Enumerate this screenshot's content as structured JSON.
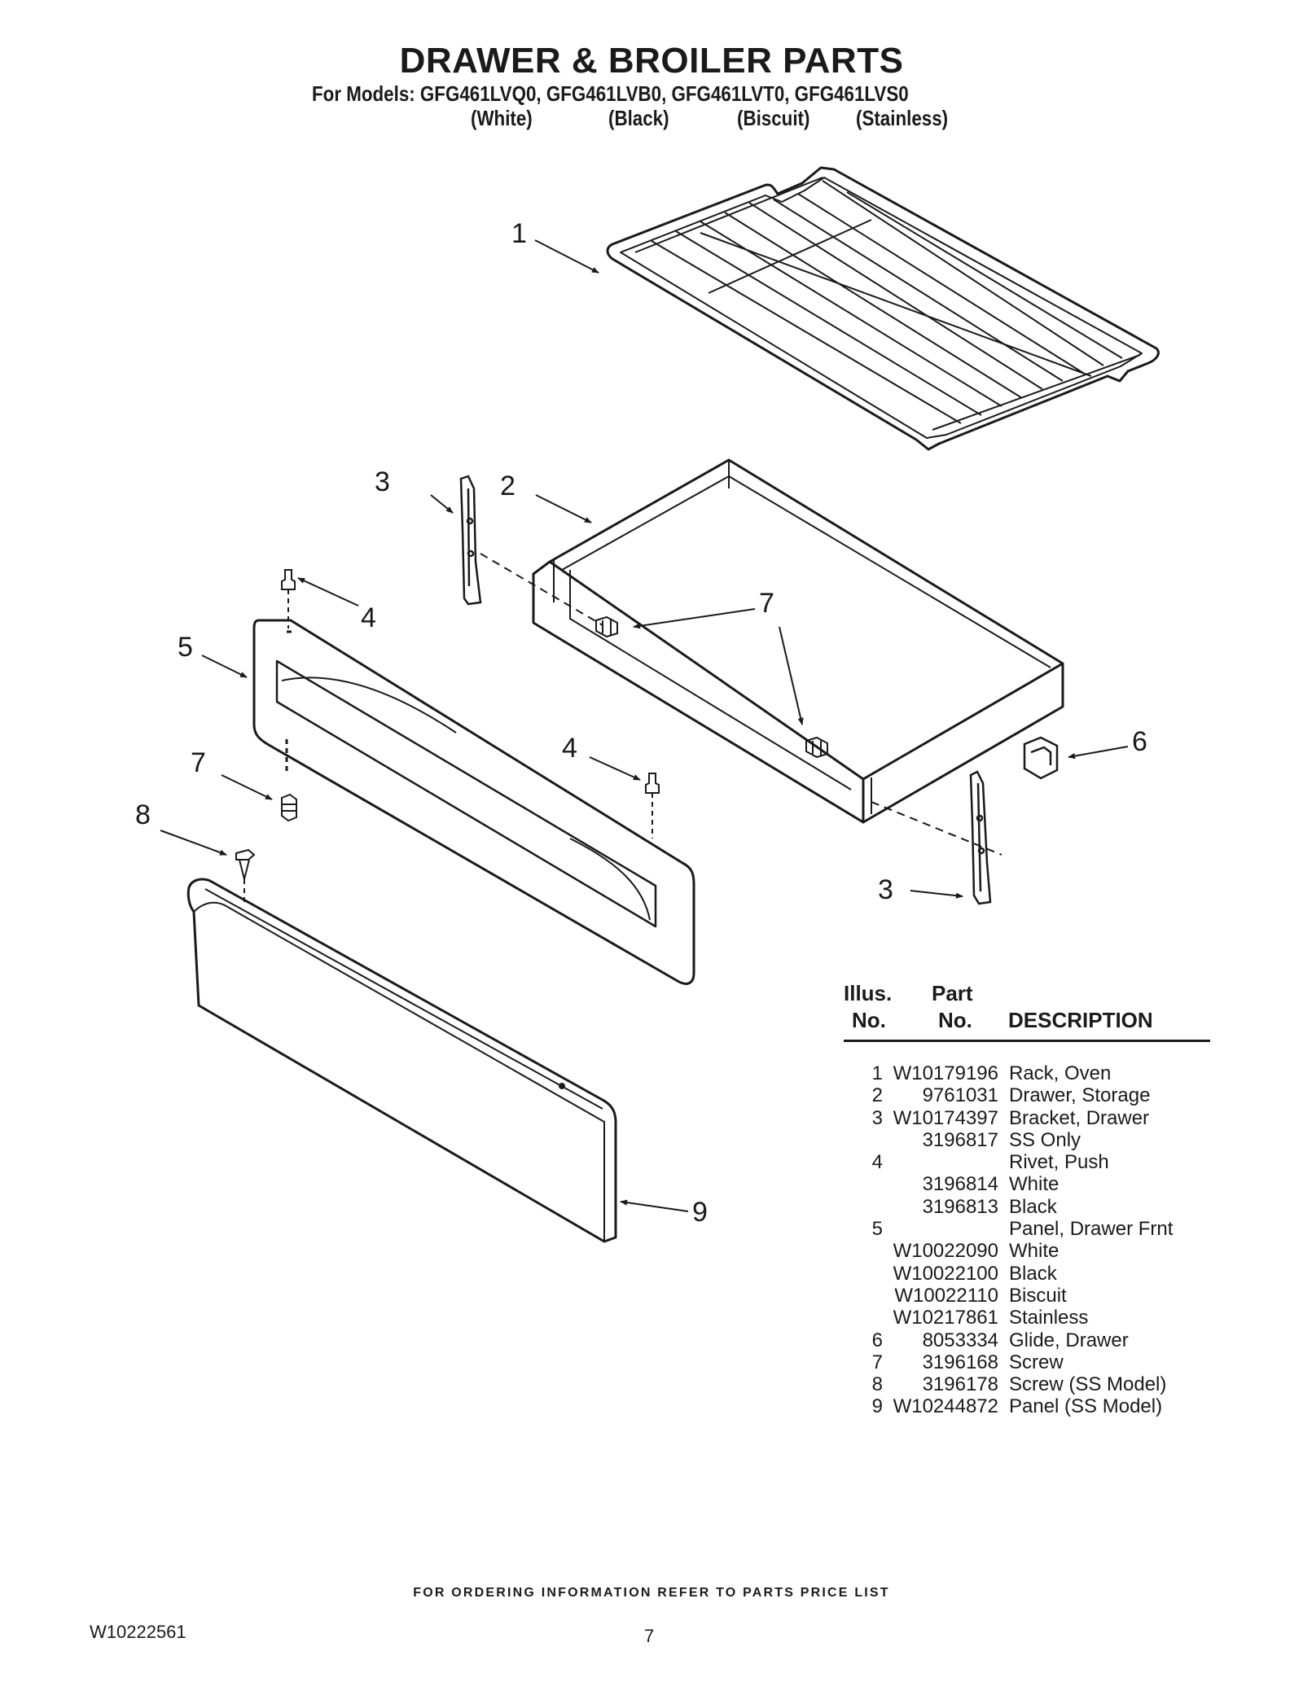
{
  "header": {
    "title": "DRAWER & BROILER PARTS",
    "models_line": "For Models: GFG461LVQ0, GFG461LVB0, GFG461LVT0, GFG461LVS0",
    "variants": [
      "(White)",
      "(Black)",
      "(Biscuit)",
      "(Stainless)"
    ]
  },
  "diagram": {
    "callouts": [
      "1",
      "2",
      "3",
      "3",
      "4",
      "4",
      "5",
      "6",
      "7",
      "7",
      "8",
      "9"
    ]
  },
  "parts_table": {
    "headers": {
      "illus_line1": "Illus.",
      "illus_line2": "No.",
      "part_line1": "Part",
      "part_line2": "No.",
      "description": "DESCRIPTION"
    },
    "rows": [
      {
        "illus": "1",
        "part": "W10179196",
        "desc": "Rack, Oven"
      },
      {
        "illus": "2",
        "part": "9761031",
        "desc": "Drawer, Storage"
      },
      {
        "illus": "3",
        "part": "W10174397",
        "desc": "Bracket, Drawer"
      },
      {
        "illus": "",
        "part": "3196817",
        "desc": "SS Only"
      },
      {
        "illus": "4",
        "part": "",
        "desc": "Rivet, Push"
      },
      {
        "illus": "",
        "part": "3196814",
        "desc": "White"
      },
      {
        "illus": "",
        "part": "3196813",
        "desc": "Black"
      },
      {
        "illus": "5",
        "part": "",
        "desc": "Panel, Drawer Frnt"
      },
      {
        "illus": "",
        "part": "W10022090",
        "desc": "White"
      },
      {
        "illus": "",
        "part": "W10022100",
        "desc": "Black"
      },
      {
        "illus": "",
        "part": "W10022110",
        "desc": "Biscuit"
      },
      {
        "illus": "",
        "part": "W10217861",
        "desc": "Stainless"
      },
      {
        "illus": "6",
        "part": "8053334",
        "desc": "Glide, Drawer"
      },
      {
        "illus": "7",
        "part": "3196168",
        "desc": "Screw"
      },
      {
        "illus": "8",
        "part": "3196178",
        "desc": "Screw (SS Model)"
      },
      {
        "illus": "9",
        "part": "W10244872",
        "desc": "Panel (SS Model)"
      }
    ]
  },
  "footer": {
    "note": "FOR ORDERING INFORMATION REFER TO PARTS PRICE LIST",
    "doc_number": "W10222561",
    "page_number": "7"
  }
}
